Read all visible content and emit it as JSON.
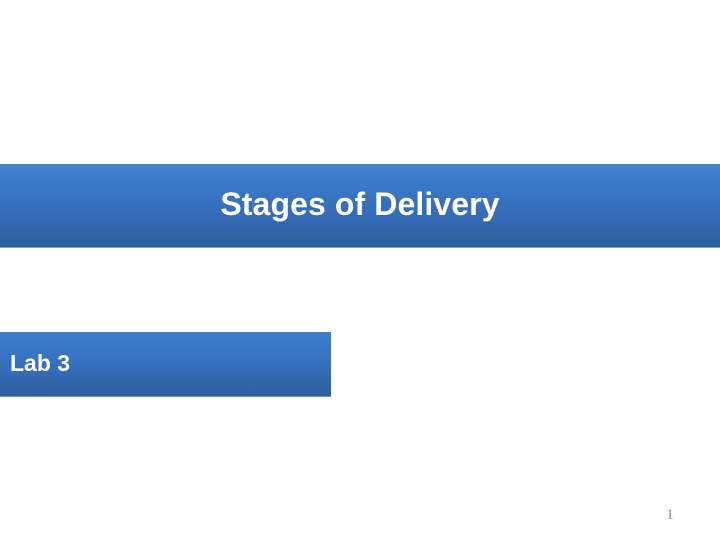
{
  "slide": {
    "background_color": "#ffffff",
    "title": {
      "text": "Stages of Delivery",
      "text_color": "#ffffff",
      "band_gradient_top": "#4484cf",
      "band_gradient_bottom": "#2e5f9c"
    },
    "content": {
      "text": "Lab 3",
      "text_color": "#ffffff",
      "box_gradient_top": "#4080cc",
      "box_gradient_bottom": "#2e5f9c"
    },
    "footer": {
      "page_number": "1",
      "page_number_color": "#8c8c8c"
    }
  }
}
